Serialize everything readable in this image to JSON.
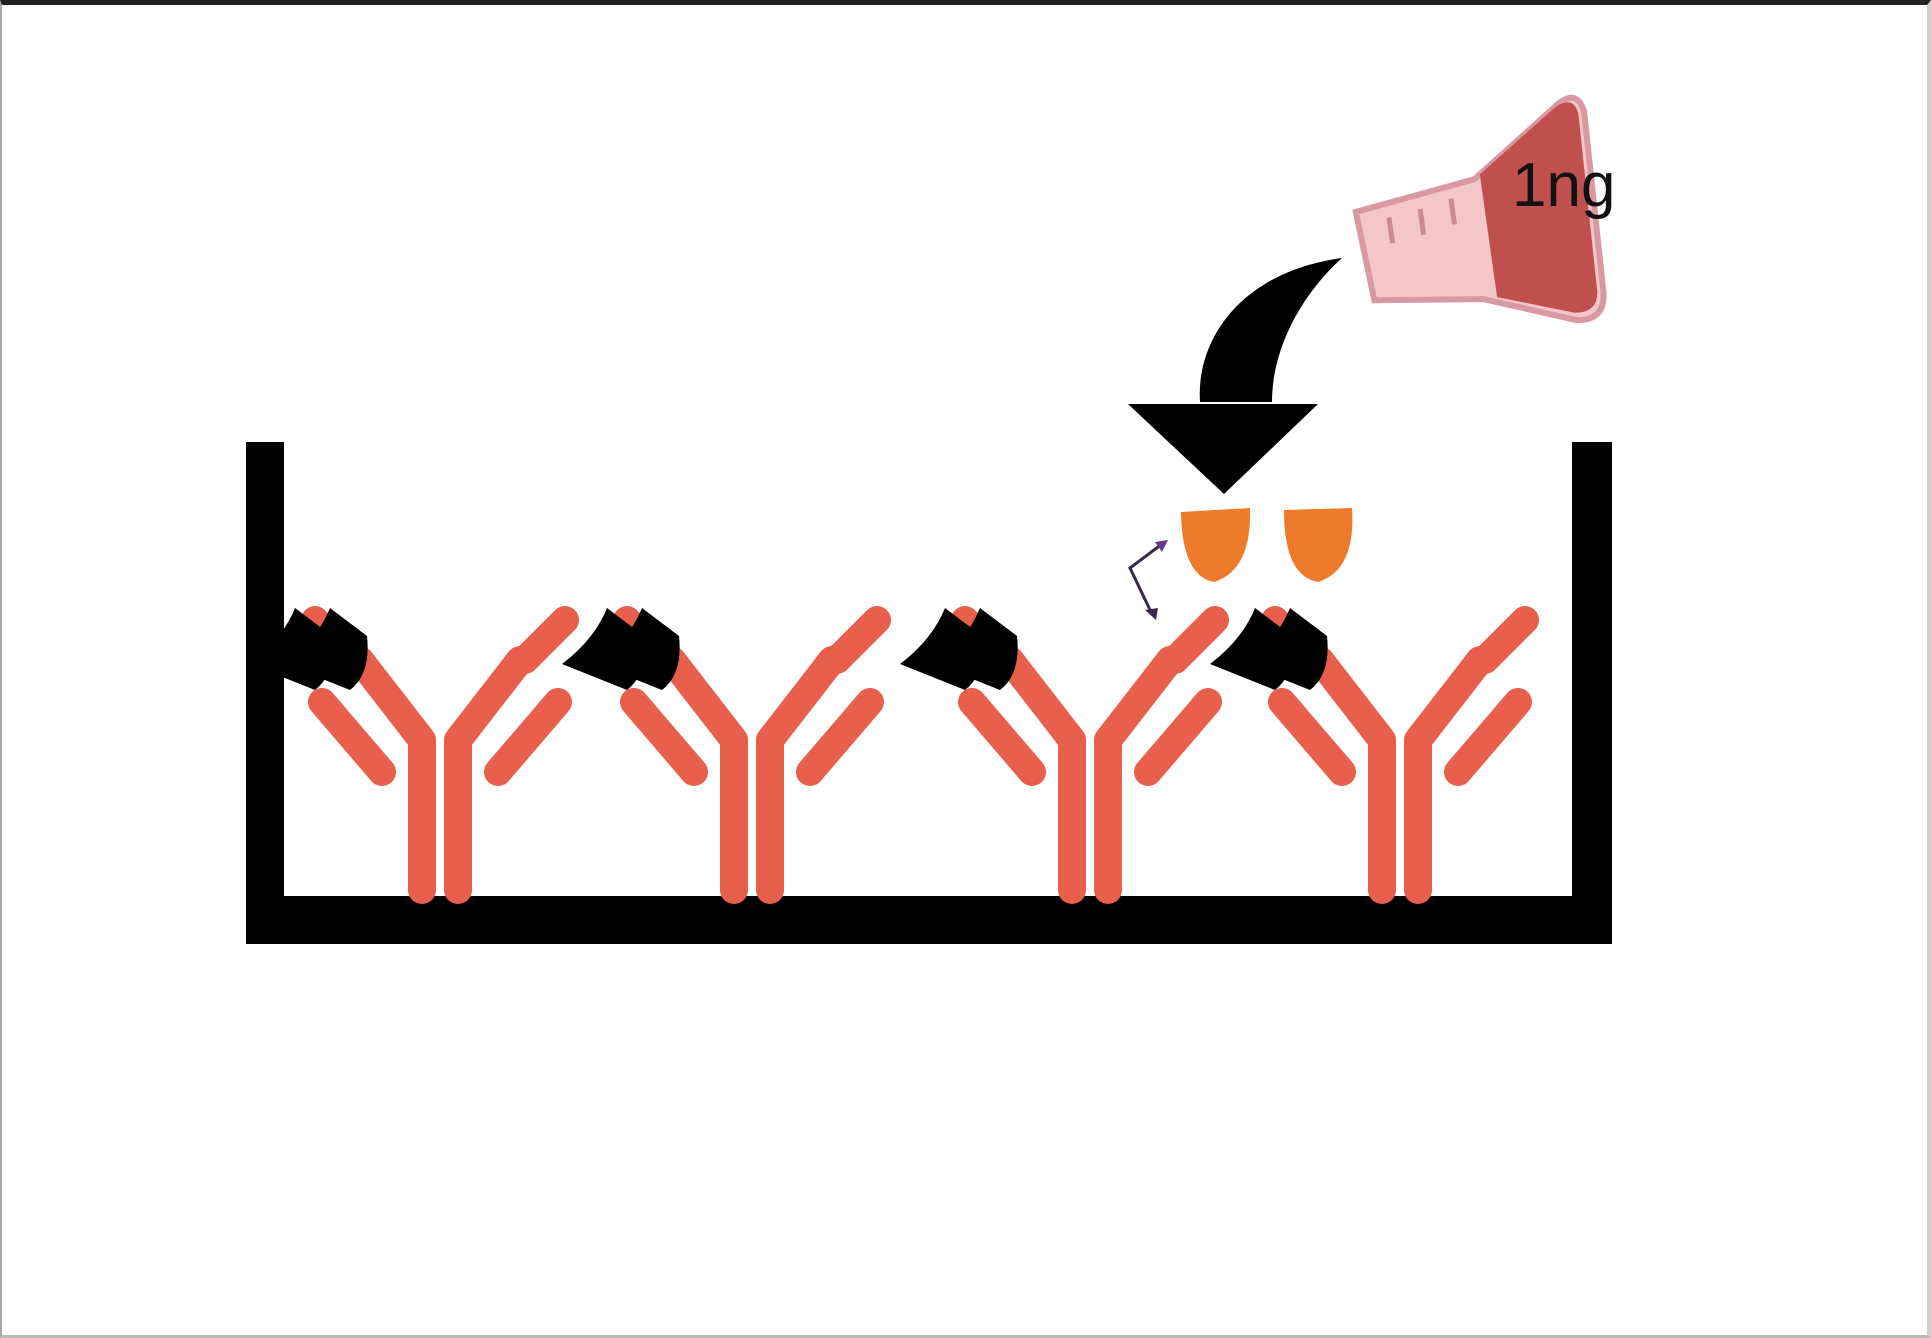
{
  "flask": {
    "label": "1ng",
    "liquid_color": "#c0504d",
    "glass_color": "#f4c6c8"
  },
  "colors": {
    "antibody": "#e8604c",
    "epitope": "#000000",
    "antigen": "#ee7a2c",
    "well": "#000000",
    "arrow": "#000000"
  },
  "antibodies": [
    {
      "id": "antibody-1",
      "right_tip_antigen_bound": false
    },
    {
      "id": "antibody-2",
      "right_tip_antigen_bound": false
    },
    {
      "id": "antibody-3",
      "right_tip_antigen_bound": false
    },
    {
      "id": "antibody-4",
      "right_tip_antigen_bound": false
    }
  ],
  "free_antigens": 2
}
